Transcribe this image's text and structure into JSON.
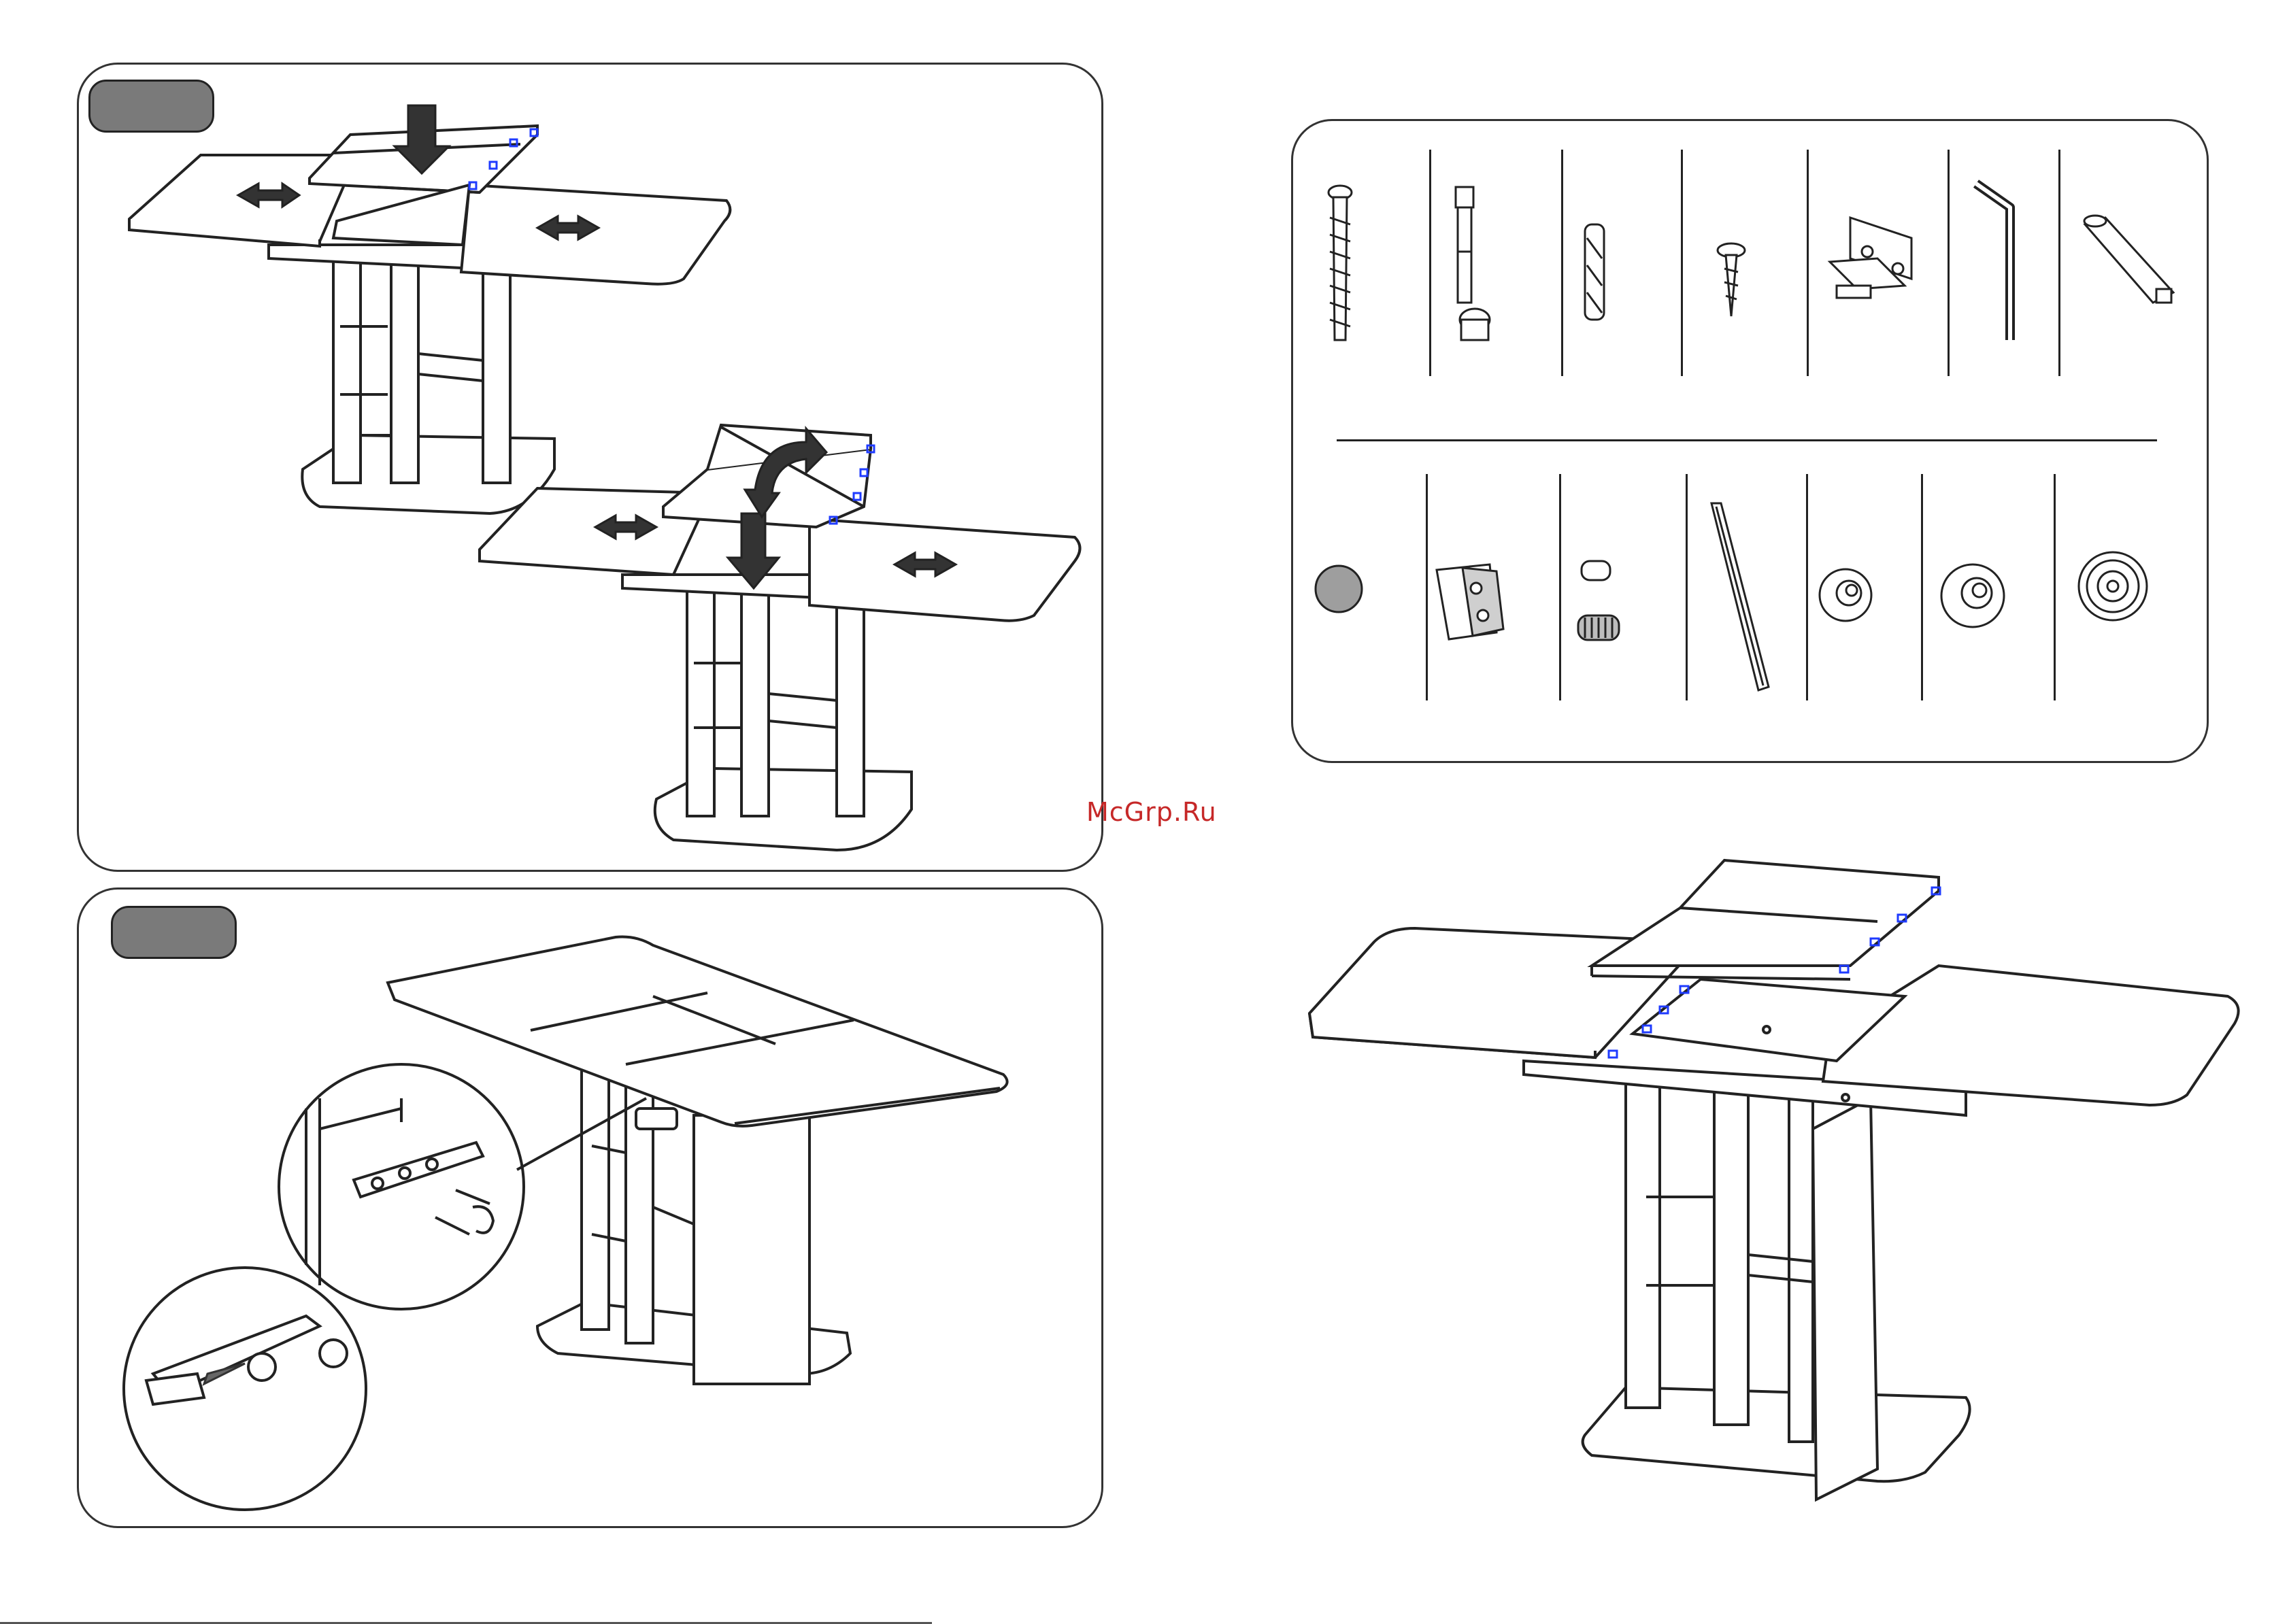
{
  "watermark": {
    "text": "McGrp.Ru",
    "color": "#c62828"
  },
  "panels": {
    "step_a": {
      "badge_label": "",
      "illustration": "extending-table-top-insert"
    },
    "step_b": {
      "badge_label": "",
      "illustration": "wall-anchor-safety-bracket"
    },
    "hardware": {
      "row1": [
        "long-confirmat-screw-icon",
        "cam-bolt-and-cam-lock-icon",
        "wooden-dowel-icon",
        "short-screw-icon",
        "concealed-hinge-icon",
        "allen-key-icon",
        "plastic-connector-icon"
      ],
      "row2": [
        "felt-pad-icon",
        "butt-hinge-icon",
        "threaded-insert-icon",
        "drawer-slide-rail-icon",
        "small-knob-icon",
        "medium-knob-icon",
        "round-foot-icon"
      ]
    },
    "final_view": {
      "illustration": "assembled-extending-table-with-door"
    }
  },
  "colors": {
    "line": "#222222",
    "badge": "#7a7a7a",
    "accent_blue": "#1f3bff",
    "arrow": "#333333"
  }
}
